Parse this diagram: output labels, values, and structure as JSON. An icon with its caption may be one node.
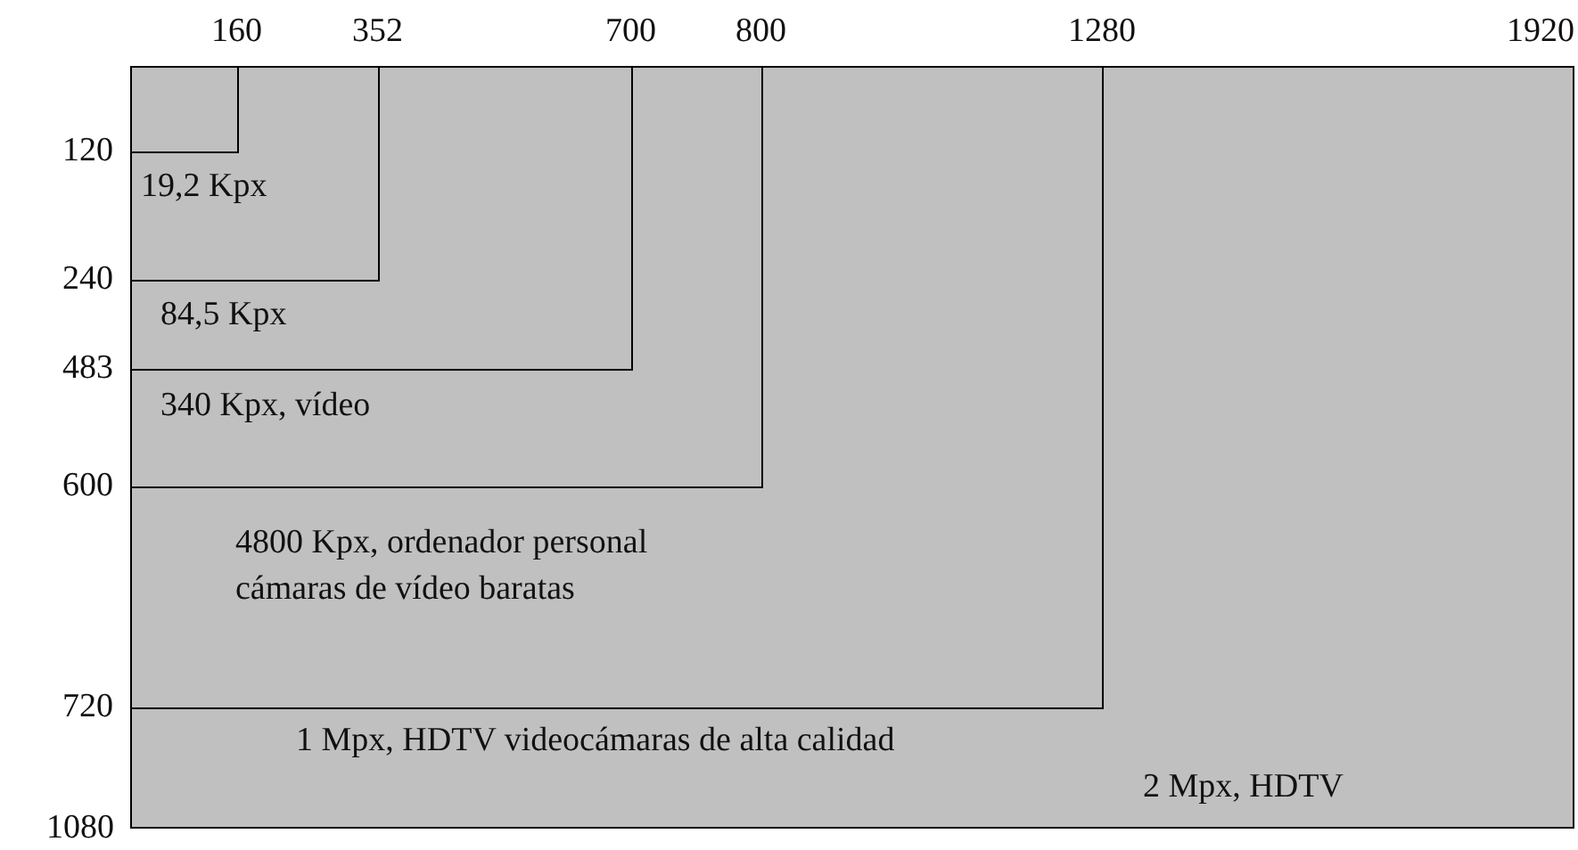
{
  "diagram": {
    "nodes": [
      {
        "text": [
          "2 Mpx, HDTV"
        ]
      },
      {
        "text": [],
        "shape": "box",
        "in": 0,
        "beside": [
          "1 Mpx, HDTV videocámaras de alta calidad"
        ]
      },
      {
        "text": [],
        "shape": "box",
        "in": 1,
        "beside": [
          "4800 Kpx, ordenador personal cámaras de vídeo baratas"
        ]
      },
      {
        "text": [],
        "shape": "box",
        "in": 2,
        "beside": [
          "340 Kpx, vídeo"
        ]
      },
      {
        "text": [],
        "shape": "box",
        "in": 3,
        "beside": [
          "84,5 Kpx"
        ]
      },
      {
        "text": [],
        "shape": "box",
        "in": 4,
        "beside": [
          "19,2 Kpx"
        ]
      }
    ],
    "edges": [],
    "labels": [
      "160",
      "352",
      "700",
      "800",
      "1280",
      "1920",
      "120",
      "240",
      "483",
      "600",
      "720",
      "1080"
    ]
  }
}
